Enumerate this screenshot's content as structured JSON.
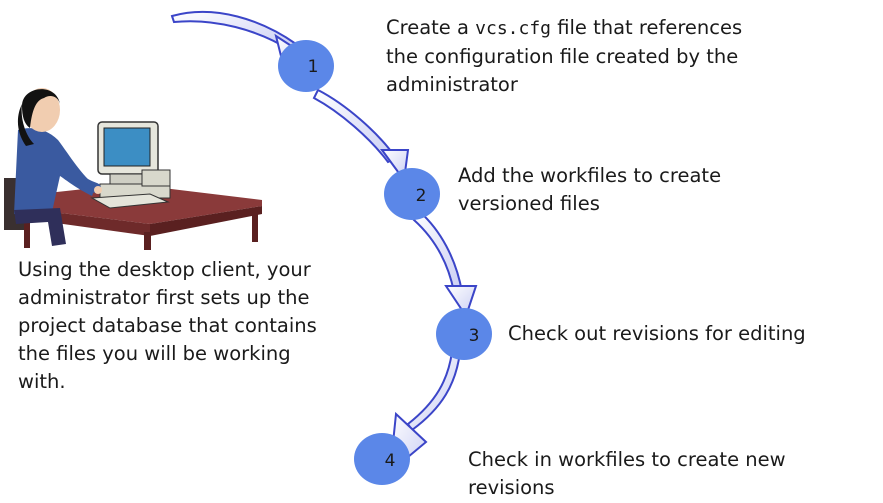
{
  "steps": [
    {
      "number": "1",
      "text_before": "Create a ",
      "code": "vcs.cfg",
      "text_after": " file that references the configuration file created by the administrator"
    },
    {
      "number": "2",
      "text": "Add the workfiles to create versioned files"
    },
    {
      "number": "3",
      "text": "Check out revisions for editing"
    },
    {
      "number": "4",
      "text": "Check in workfiles to create new revisions"
    }
  ],
  "caption": "Using the desktop client, your administrator first sets up the project database that contains the files you will be working with.",
  "colors": {
    "step_circle": "#5b87e8",
    "arrow_stroke": "#3b45c8",
    "arrow_fill": "#ffffff",
    "arrow_shade": "#c9cdf3"
  },
  "illustration": "woman-at-computer-icon"
}
